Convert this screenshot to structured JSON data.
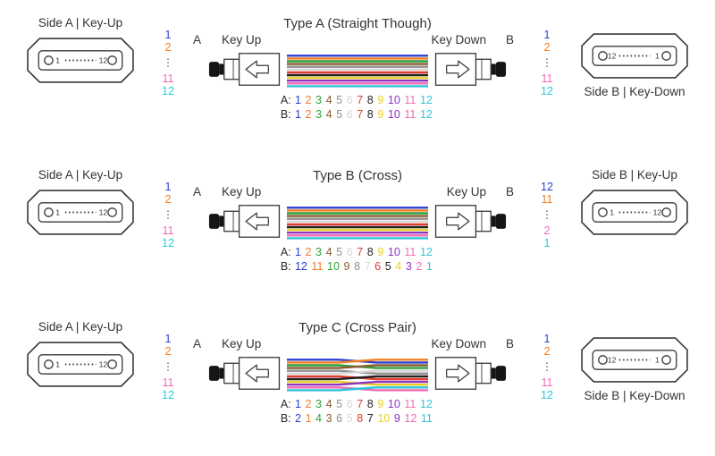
{
  "fiber_colors": [
    "#2940d0",
    "#f57e20",
    "#2fa13c",
    "#8a5c2e",
    "#8f8f8f",
    "#d8d8d8",
    "#e23a2e",
    "#202020",
    "#e8d022",
    "#9032c8",
    "#f06ab4",
    "#2cc5dc"
  ],
  "rows": [
    {
      "title": "Type A (Straight Though)",
      "side_a": "Side A | Key-Up",
      "side_b": "Side B | Key-Down",
      "end_a": "A",
      "end_b": "B",
      "key_left": "Key Up",
      "key_right": "Key Down",
      "face_a": {
        "first": "1",
        "last": "12"
      },
      "face_b": {
        "first": "12",
        "last": "1"
      },
      "col_left": [
        {
          "t": "1",
          "c": 0
        },
        {
          "t": "2",
          "c": 1
        },
        {
          "t": "⋮"
        },
        {
          "t": "11",
          "c": 10
        },
        {
          "t": "12",
          "c": 11
        }
      ],
      "col_right": [
        {
          "t": "1",
          "c": 0
        },
        {
          "t": "2",
          "c": 1
        },
        {
          "t": "⋮"
        },
        {
          "t": "11",
          "c": 10
        },
        {
          "t": "12",
          "c": 11
        }
      ],
      "map_a_label": "A:",
      "map_b_label": "B:",
      "map_a": [
        "1",
        "2",
        "3",
        "4",
        "5",
        "6",
        "7",
        "8",
        "9",
        "10",
        "11",
        "12"
      ],
      "map_b": [
        "1",
        "2",
        "3",
        "4",
        "5",
        "6",
        "7",
        "8",
        "9",
        "10",
        "11",
        "12"
      ],
      "ribbon": "straight"
    },
    {
      "title": "Type B (Cross)",
      "side_a": "Side A | Key-Up",
      "side_b": "Side B | Key-Up",
      "end_a": "A",
      "end_b": "B",
      "key_left": "Key Up",
      "key_right": "Key Up",
      "face_a": {
        "first": "1",
        "last": "12"
      },
      "face_b": {
        "first": "1",
        "last": "12"
      },
      "col_left": [
        {
          "t": "1",
          "c": 0
        },
        {
          "t": "2",
          "c": 1
        },
        {
          "t": "⋮"
        },
        {
          "t": "11",
          "c": 10
        },
        {
          "t": "12",
          "c": 11
        }
      ],
      "col_right": [
        {
          "t": "12",
          "c": 0
        },
        {
          "t": "11",
          "c": 1
        },
        {
          "t": "⋮"
        },
        {
          "t": "2",
          "c": 10
        },
        {
          "t": "1",
          "c": 11
        }
      ],
      "map_a_label": "A:",
      "map_b_label": "B:",
      "map_a": [
        "1",
        "2",
        "3",
        "4",
        "5",
        "6",
        "7",
        "8",
        "9",
        "10",
        "11",
        "12"
      ],
      "map_b": [
        "12",
        "11",
        "10",
        "9",
        "8",
        "7",
        "6",
        "5",
        "4",
        "3",
        "2",
        "1"
      ],
      "ribbon": "straight"
    },
    {
      "title": "Type C (Cross Pair)",
      "side_a": "Side A | Key-Up",
      "side_b": "Side B | Key-Down",
      "end_a": "A",
      "end_b": "B",
      "key_left": "Key Up",
      "key_right": "Key Down",
      "face_a": {
        "first": "1",
        "last": "12"
      },
      "face_b": {
        "first": "12",
        "last": "1"
      },
      "col_left": [
        {
          "t": "1",
          "c": 0
        },
        {
          "t": "2",
          "c": 1
        },
        {
          "t": "⋮"
        },
        {
          "t": "11",
          "c": 10
        },
        {
          "t": "12",
          "c": 11
        }
      ],
      "col_right": [
        {
          "t": "1",
          "c": 0
        },
        {
          "t": "2",
          "c": 1
        },
        {
          "t": "⋮"
        },
        {
          "t": "11",
          "c": 10
        },
        {
          "t": "12",
          "c": 11
        }
      ],
      "map_a_label": "A:",
      "map_b_label": "B:",
      "map_a": [
        "1",
        "2",
        "3",
        "4",
        "5",
        "6",
        "7",
        "8",
        "9",
        "10",
        "11",
        "12"
      ],
      "map_b": [
        "2",
        "1",
        "4",
        "3",
        "6",
        "5",
        "8",
        "7",
        "10",
        "9",
        "12",
        "11"
      ],
      "ribbon": "cross_pair"
    }
  ]
}
